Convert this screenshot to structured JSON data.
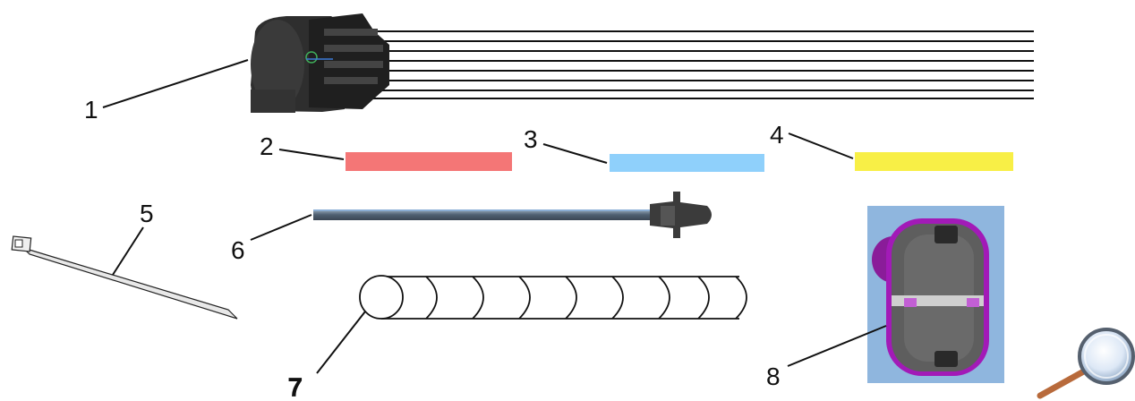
{
  "callouts": {
    "c1": "1",
    "c2": "2",
    "c3": "3",
    "c4": "4",
    "c5": "5",
    "c6": "6",
    "c7": "7",
    "c8": "8"
  },
  "colors": {
    "sleeve_red": "#f47676",
    "sleeve_blue": "#8fd0fb",
    "sleeve_yellow": "#f8ef46",
    "connector_panel_bg": "#8fb6de",
    "connector_accent": "#a21ab7",
    "connector_body": "#555555",
    "leader_line": "#111111",
    "magnifier_lens": "#dde8f6",
    "magnifier_handle": "#b86a3b"
  },
  "icons": {
    "zoom": "magnifier-icon"
  }
}
